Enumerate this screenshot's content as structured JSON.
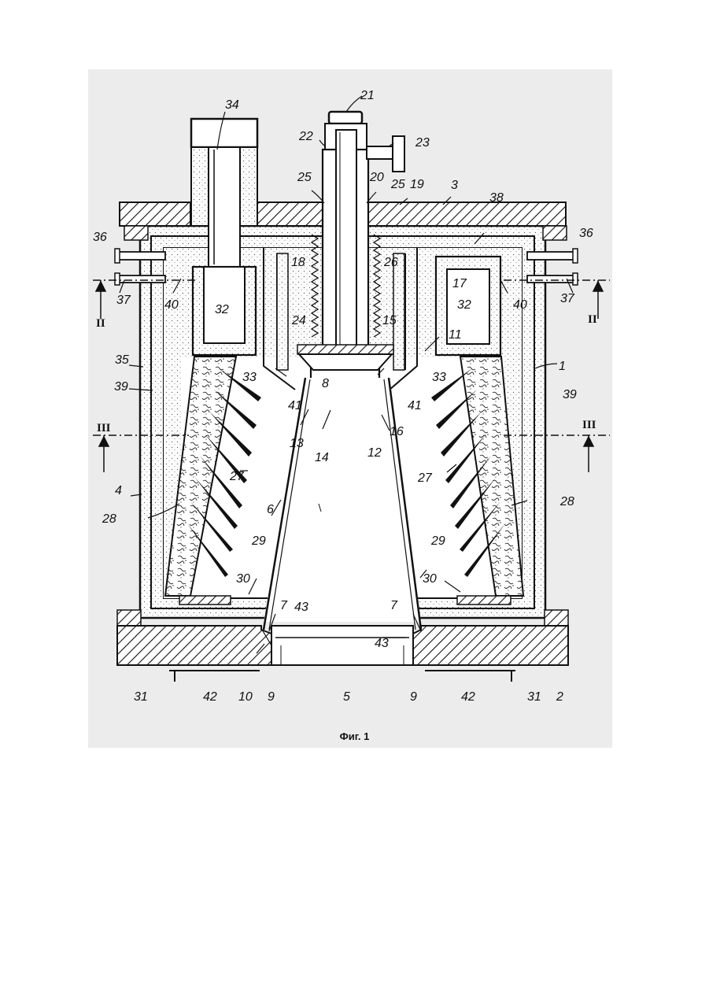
{
  "figure": {
    "caption": "Фиг. 1",
    "labels": {
      "l1": "1",
      "l2": "2",
      "l3": "3",
      "l4": "4",
      "l5": "5",
      "l6": "6",
      "l7": "7",
      "l8": "8",
      "l9": "9",
      "l10": "10",
      "l11": "11",
      "l12": "12",
      "l13": "13",
      "l14": "14",
      "l15": "15",
      "l16": "16",
      "l17": "17",
      "l18": "18",
      "l19": "19",
      "l20": "20",
      "l21": "21",
      "l22": "22",
      "l23": "23",
      "l24": "24",
      "l25": "25",
      "l26": "26",
      "l27": "27",
      "l28": "28",
      "l29": "29",
      "l30": "30",
      "l31": "31",
      "l32": "32",
      "l33": "33",
      "l34": "34",
      "l35": "35",
      "l36": "36",
      "l37": "37",
      "l38": "38",
      "l39": "39",
      "l40": "40",
      "l41": "41",
      "l42": "42",
      "l43": "43"
    },
    "section_marks": {
      "ii": "II",
      "iii": "III"
    }
  }
}
